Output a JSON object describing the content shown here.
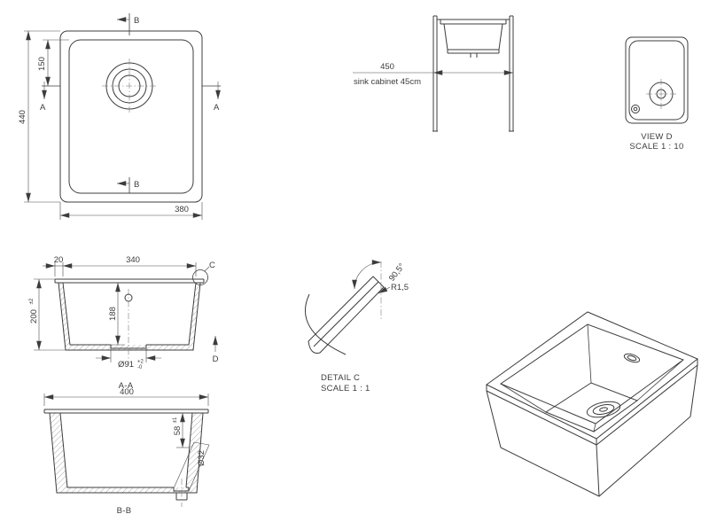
{
  "colors": {
    "ink": "#3c3c3c",
    "background": "#ffffff"
  },
  "plan_view": {
    "dim_width": "380",
    "dim_height": "440",
    "dim_drain_offset": "150",
    "section_a_label": "A",
    "section_b_label": "B"
  },
  "front_view": {
    "dim_width": "450",
    "caption": "sink cabinet 45cm"
  },
  "view_d": {
    "title": "VIEW D",
    "scale": "SCALE 1 : 10"
  },
  "section_aa": {
    "title": "A-A",
    "dim_inner_width": "340",
    "dim_flange": "20",
    "dim_height": "200",
    "dim_height_tol": "±2",
    "dim_inner_depth": "188",
    "dim_drain": "Ø91",
    "dim_drain_tol_plus": "+2",
    "dim_drain_tol_minus": "-0",
    "detail_label": "C",
    "view_arrow_label": "D"
  },
  "detail_c": {
    "title": "DETAIL C",
    "scale": "SCALE 1 : 1",
    "radius": "R1,5",
    "angle": "90,5°"
  },
  "section_bb": {
    "title": "B-B",
    "dim_width": "400",
    "dim_depth": "58",
    "dim_depth_tol": "±1",
    "dim_drain_hole": "Ø32"
  }
}
